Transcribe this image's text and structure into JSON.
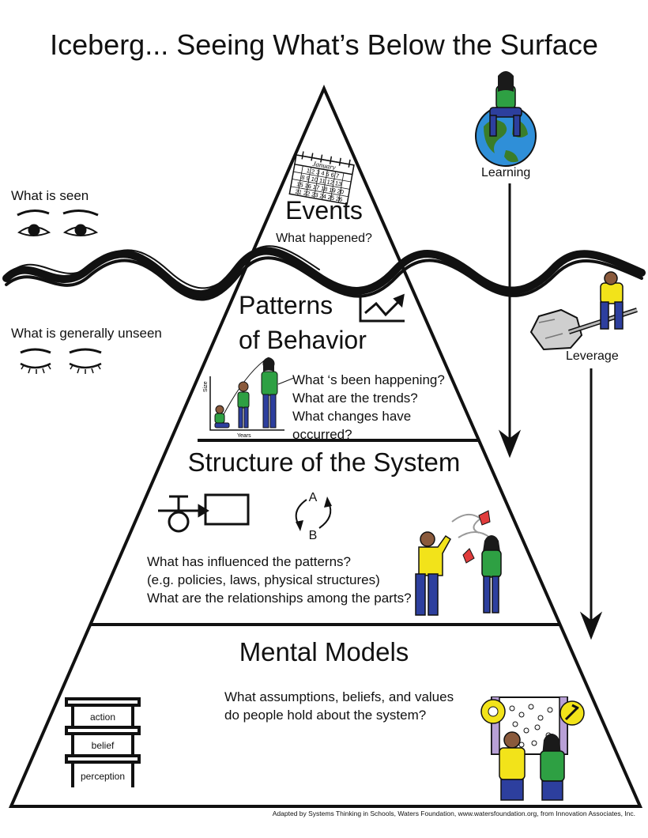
{
  "title": "Iceberg... Seeing What’s Below the Surface",
  "side_labels": {
    "seen": "What is seen",
    "unseen": "What is generally unseen",
    "learning": "Learning",
    "leverage": "Leverage"
  },
  "levels": {
    "events": {
      "title": "Events",
      "questions": [
        "What happened?"
      ],
      "calendar": {
        "month": "January",
        "rows": [
          "1 2 3 4 5 6 7",
          "8 9 10 11 12 13",
          "15 16 17 18 19 20",
          "21 22 23 24 25 26"
        ]
      }
    },
    "patterns": {
      "title_line1": "Patterns",
      "title_line2": "of Behavior",
      "questions": [
        "What ‘s been happening?",
        "What are the trends?",
        "What changes have occurred?"
      ],
      "graph": {
        "y_label": "Size",
        "x_label": "Years"
      }
    },
    "structure": {
      "title": "Structure of the System",
      "questions": [
        "What has influenced the patterns?",
        "(e.g. policies, laws, physical structures)",
        "What are the relationships among the parts?"
      ],
      "loop": {
        "a": "A",
        "b": "B"
      }
    },
    "mental": {
      "title": "Mental Models",
      "questions": [
        "What assumptions, beliefs, and values",
        "do people hold about the system?"
      ],
      "ladder": [
        "action",
        "belief",
        "perception"
      ]
    }
  },
  "credit": "Adapted by Systems Thinking in Schools, Waters Foundation, www.watersfoundation.org, from Innovation Associates, Inc.",
  "colors": {
    "shirt_green": "#2ea043",
    "shirt_yellow": "#f2e31a",
    "jeans": "#2d3f9e",
    "skin": "#8a5a3c",
    "globe": "#2f8fd8",
    "land": "#3a7d2a"
  }
}
